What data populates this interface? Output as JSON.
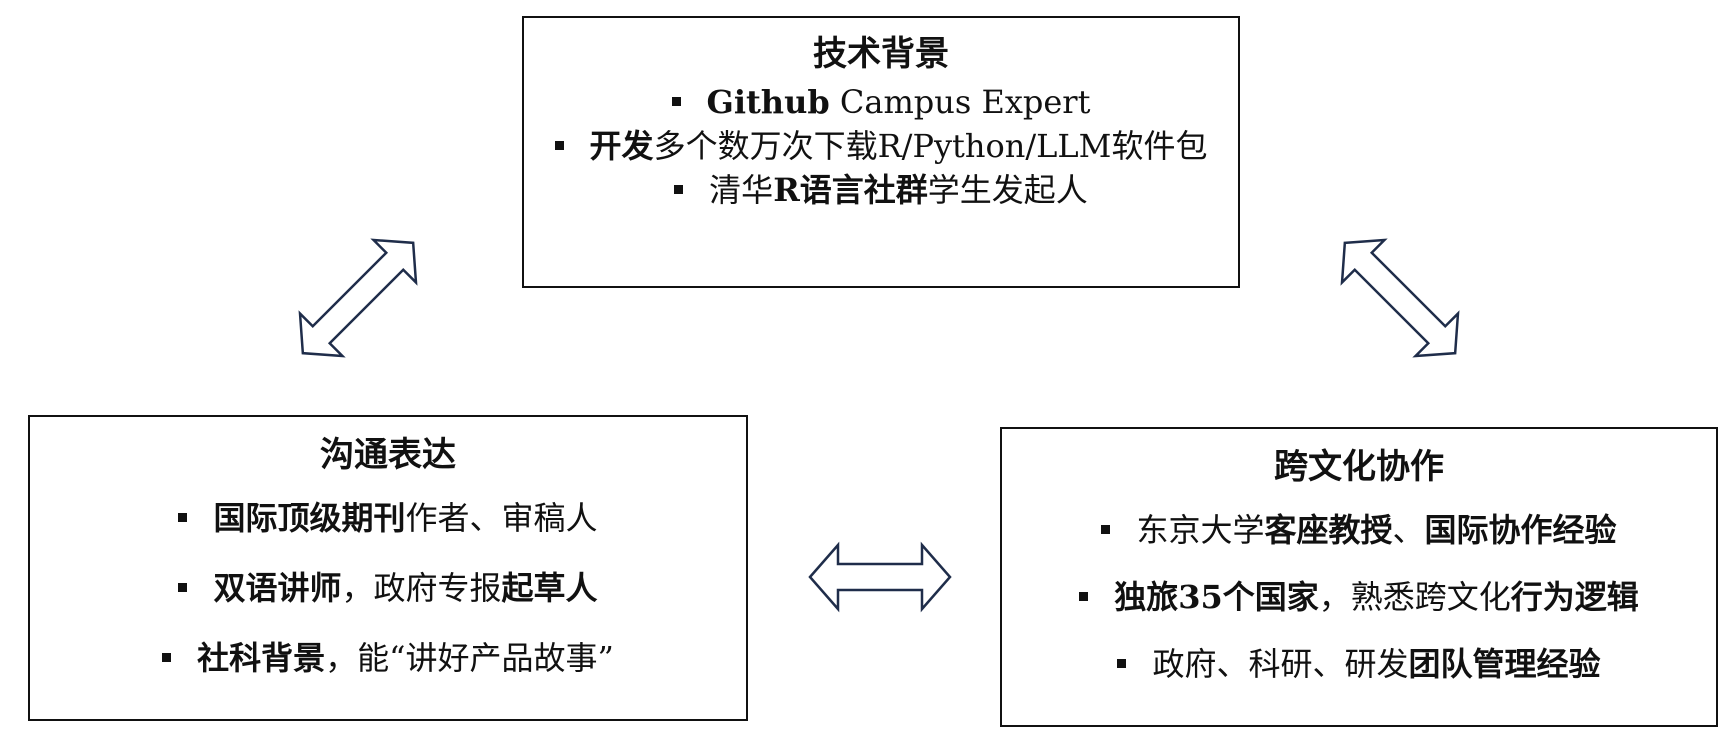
{
  "tech": {
    "title": "技术背景",
    "item1_bold": "Github",
    "item1_rest": " Campus Expert",
    "item2_bold": "开发",
    "item2_rest": "多个数万次下载R/Python/LLM软件包",
    "item3_pre": "清华",
    "item3_bold": "R语言社群",
    "item3_rest": "学生发起人"
  },
  "communication": {
    "title": "沟通表达",
    "item1_bold": "国际顶级期刊",
    "item1_rest": "作者、审稿人",
    "item2_bold": "双语讲师",
    "item2_mid": "，政府专报",
    "item2_bold2": "起草人",
    "item3_bold": "社科背景",
    "item3_rest": "，能“讲好产品故事”"
  },
  "crossculture": {
    "title": "跨文化协作",
    "item1_pre": "东京大学",
    "item1_bold": "客座教授",
    "item1_mid": "、",
    "item1_bold2": "国际协作经验",
    "item2_bold": "独旅35个国家",
    "item2_mid": "，熟悉跨文化",
    "item2_bold2": "行为逻辑",
    "item3_pre": "政府、科研、研发",
    "item3_bold": "团队管理经验"
  },
  "colors": {
    "arrow_stroke": "#1f2d4a",
    "border": "#111111"
  },
  "icons": [
    "double-arrow-icon"
  ]
}
